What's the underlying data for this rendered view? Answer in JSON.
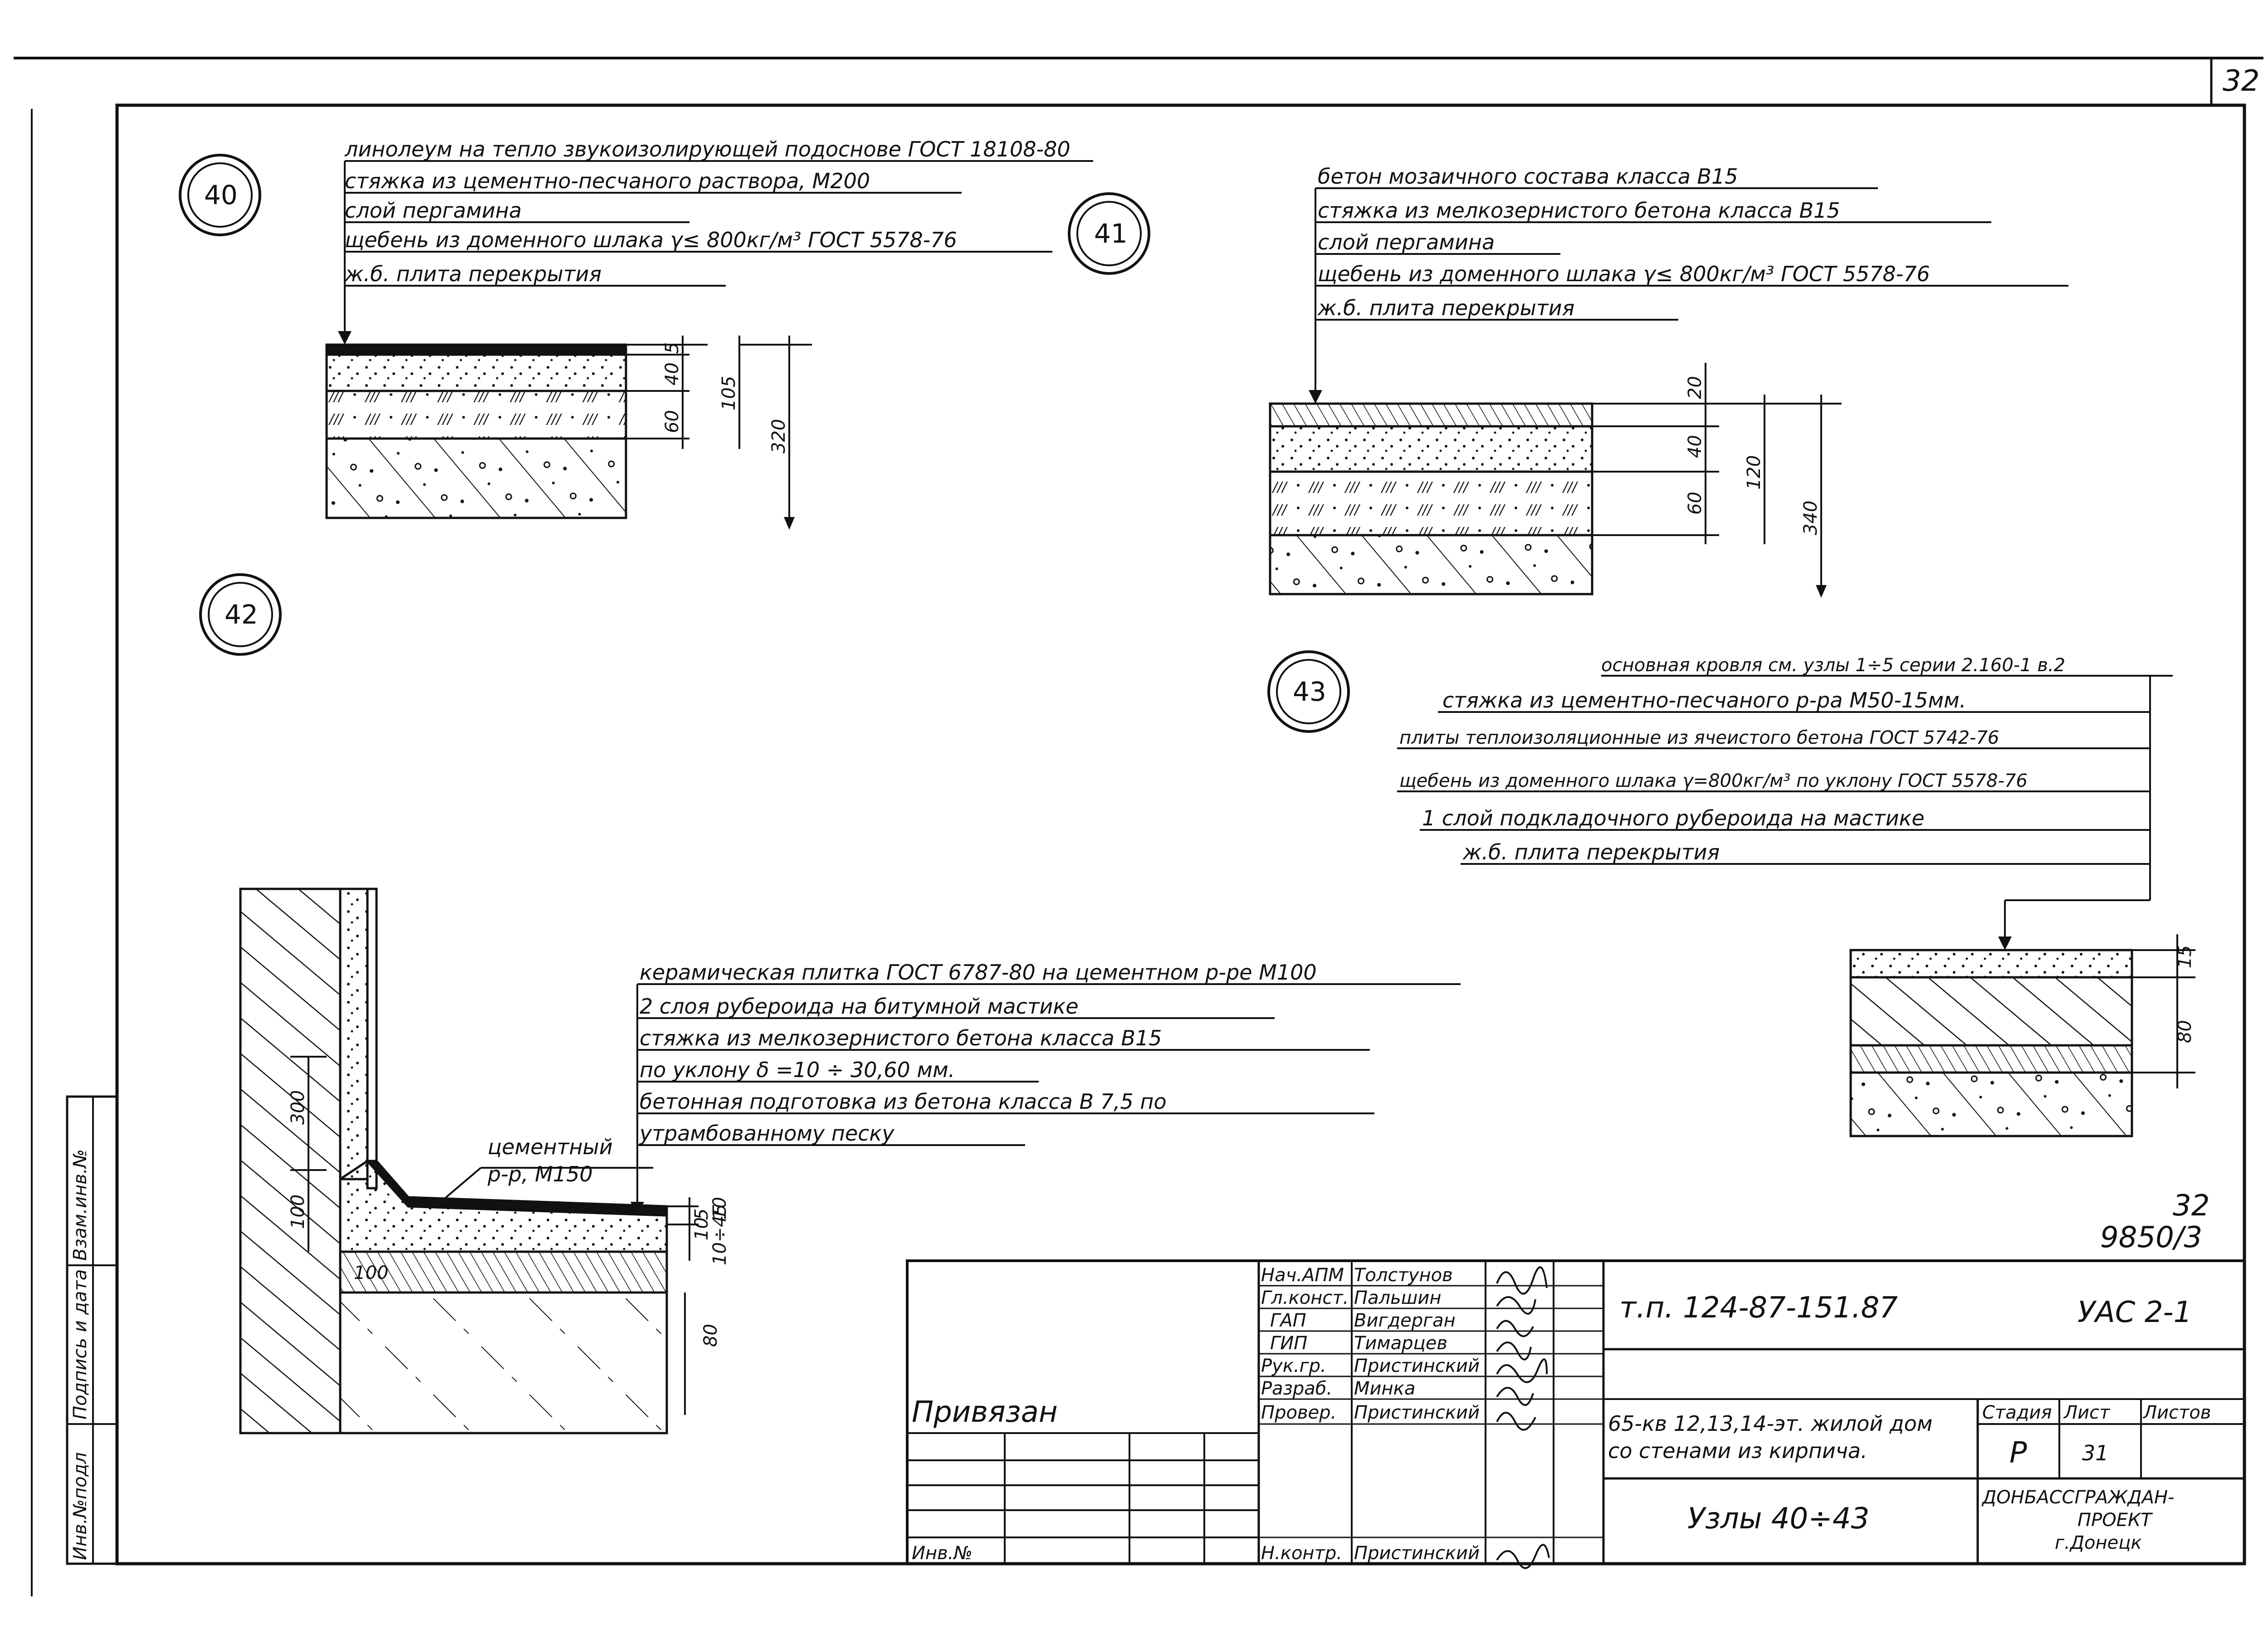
{
  "sheet": {
    "page_number": "32",
    "page_mark": "32\n9850/3",
    "page_mark_top": "32",
    "page_mark_bottom": "9850/3"
  },
  "side_stamps": [
    "Инв.№подл",
    "Подпись и дата",
    "Взам.инв.№"
  ],
  "nodes": [
    {
      "number": "40",
      "layers": [
        "линолеум на тепло звукоизолирующей подоснове ГОСТ 18108-80",
        "стяжка из цементно-песчаного раствора, М200",
        "слой пергамина",
        "щебень из доменного шлака γ≤ 800кг/м³ ГОСТ 5578-76",
        "ж.б. плита перекрытия"
      ],
      "dims_inner": [
        "5",
        "40",
        "60"
      ],
      "dims_outer": [
        "105",
        "320"
      ]
    },
    {
      "number": "41",
      "layers": [
        "бетон мозаичного состава класса В15",
        "стяжка из мелкозернистого бетона класса В15",
        "слой пергамина",
        "щебень из доменного шлака γ≤ 800кг/м³ ГОСТ 5578-76",
        "ж.б. плита перекрытия"
      ],
      "dims_inner": [
        "20",
        "40",
        "60"
      ],
      "dims_outer": [
        "120",
        "340"
      ]
    },
    {
      "number": "42",
      "layers": [
        "керамическая плитка ГОСТ 6787-80 на цементном р-ре М100",
        "2 слоя рубероида на битумной мастике",
        "стяжка из мелкозернистого бетона класса В15",
        "по уклону δ =10 ÷ 30,60 мм.",
        "бетонная подготовка из бетона класса В 7,5 по",
        "утрамбованному песку"
      ],
      "side_note": [
        "цементный",
        "р-р, М150"
      ],
      "dims": [
        "300",
        "100",
        "100",
        "5",
        "10",
        "10",
        "10÷45",
        "80"
      ]
    },
    {
      "number": "43",
      "header": "основная кровля см. узлы 1÷5 серии 2.160-1 в.2",
      "layers": [
        "стяжка из цементно-песчаного р-ра М50-15мм.",
        "плиты теплоизоляционные из ячеистого бетона ГОСТ 5742-76",
        "щебень из доменного шлака γ=800кг/м³ по уклону ГОСТ 5578-76",
        "1 слой подкладочного рубероида на мастике",
        "ж.б. плита перекрытия"
      ],
      "dims": [
        "15",
        "80"
      ]
    }
  ],
  "title_block": {
    "signatures": [
      {
        "role": "Нач.АПМ",
        "name": "Толстунов"
      },
      {
        "role": "Гл.конст.",
        "name": "Пальшин"
      },
      {
        "role": "ГАП",
        "name": "Вигдерган"
      },
      {
        "role": "ГИП",
        "name": "Тимарцев"
      },
      {
        "role": "Рук.гр.",
        "name": "Пристинский"
      },
      {
        "role": "Разраб.",
        "name": "Минка"
      },
      {
        "role": "Провер.",
        "name": "Пристинский"
      },
      {
        "role": "Н.контр.",
        "name": "Пристинский"
      }
    ],
    "privyazan": "Привязан",
    "inv_no": "Инв.№",
    "project_code": "т.п. 124-87-151.87",
    "sheet_code": "УАС 2-1",
    "object": [
      "65-кв 12,13,14-эт. жилой дом",
      "со стенами из кирпича."
    ],
    "stage_label": "Стадия",
    "sheet_label": "Лист",
    "sheets_label": "Листов",
    "stage": "Р",
    "sheet_no": "31",
    "drawing_title": "Узлы 40÷43",
    "organization": [
      "ДОНБАССГРАЖДАН-",
      "ПРОЕКТ",
      "г.Донецк"
    ]
  }
}
